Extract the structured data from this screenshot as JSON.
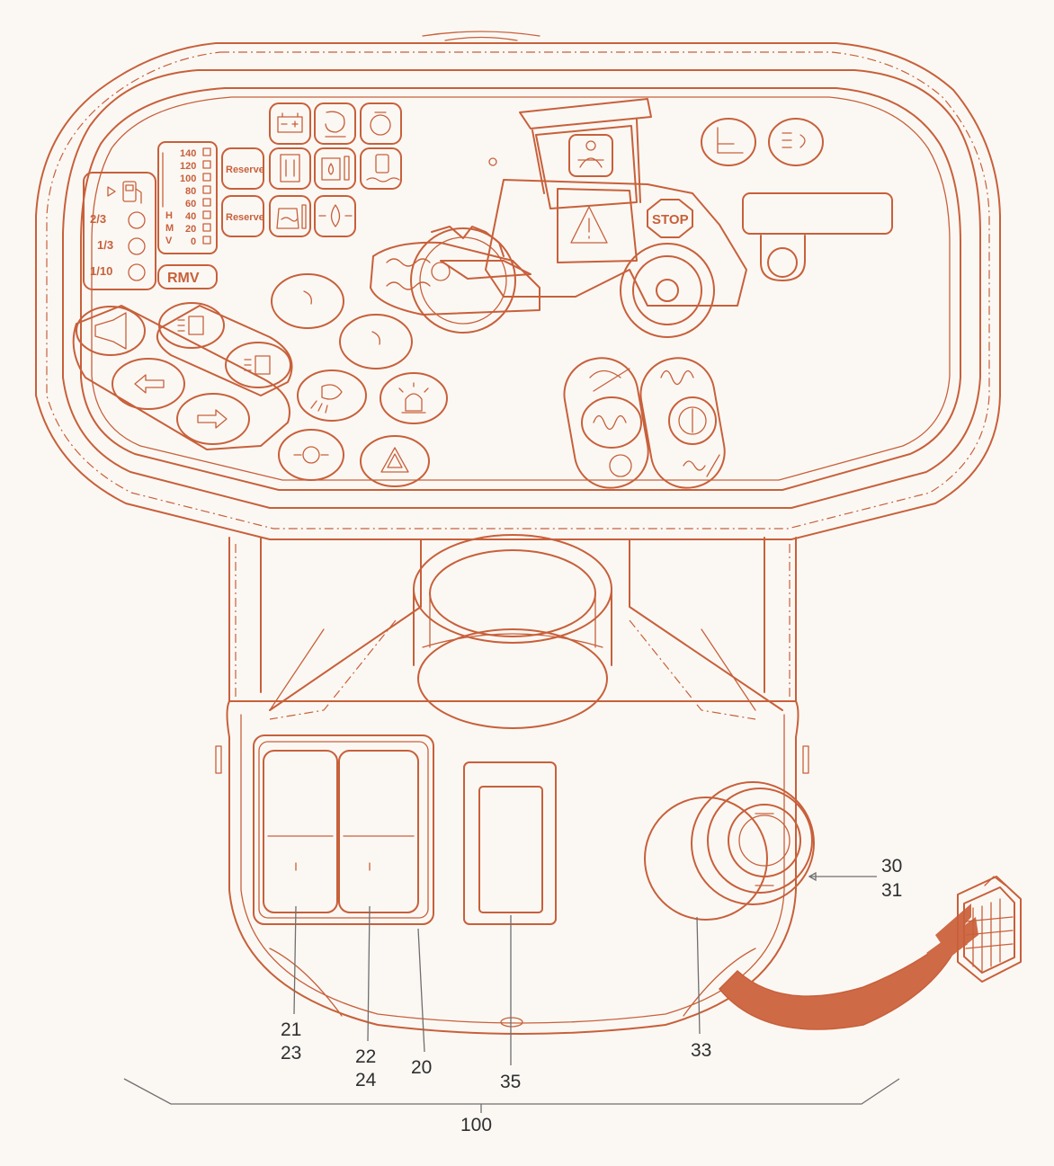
{
  "panel": {
    "fuel_levels": [
      "2/3",
      "1/3",
      "1/10"
    ],
    "speed_scale": [
      "140",
      "120",
      "100",
      "80",
      "60",
      "40",
      "20",
      "0"
    ],
    "speed_modes": [
      "H",
      "M",
      "V"
    ],
    "reserve_labels": [
      "Reserve",
      "Reserve"
    ],
    "rmv_label": "RMV",
    "stop_label": "STOP"
  },
  "callouts": {
    "c21": "21",
    "c23": "23",
    "c22": "22",
    "c24": "24",
    "c20": "20",
    "c35": "35",
    "c33": "33",
    "c30": "30",
    "c31": "31",
    "c100": "100"
  },
  "colors": {
    "line": "#c8603a",
    "cable": "#cf6a47",
    "callout_text": "#2f2f2f",
    "leader": "#6f6f6f"
  },
  "icons": [
    "fuel-pump-icon",
    "battery-icon",
    "engine-icon",
    "oil-can-icon",
    "coolant-temp-icon",
    "hydraulic-oil-icon",
    "seat-belt-icon",
    "warning-triangle-icon",
    "horn-icon",
    "headlight-icon",
    "arrow-left-icon",
    "arrow-right-icon",
    "work-light-icon",
    "beacon-icon",
    "hazard-icon",
    "vibration-icon",
    "emergency-stop-icon",
    "connector-icon"
  ]
}
